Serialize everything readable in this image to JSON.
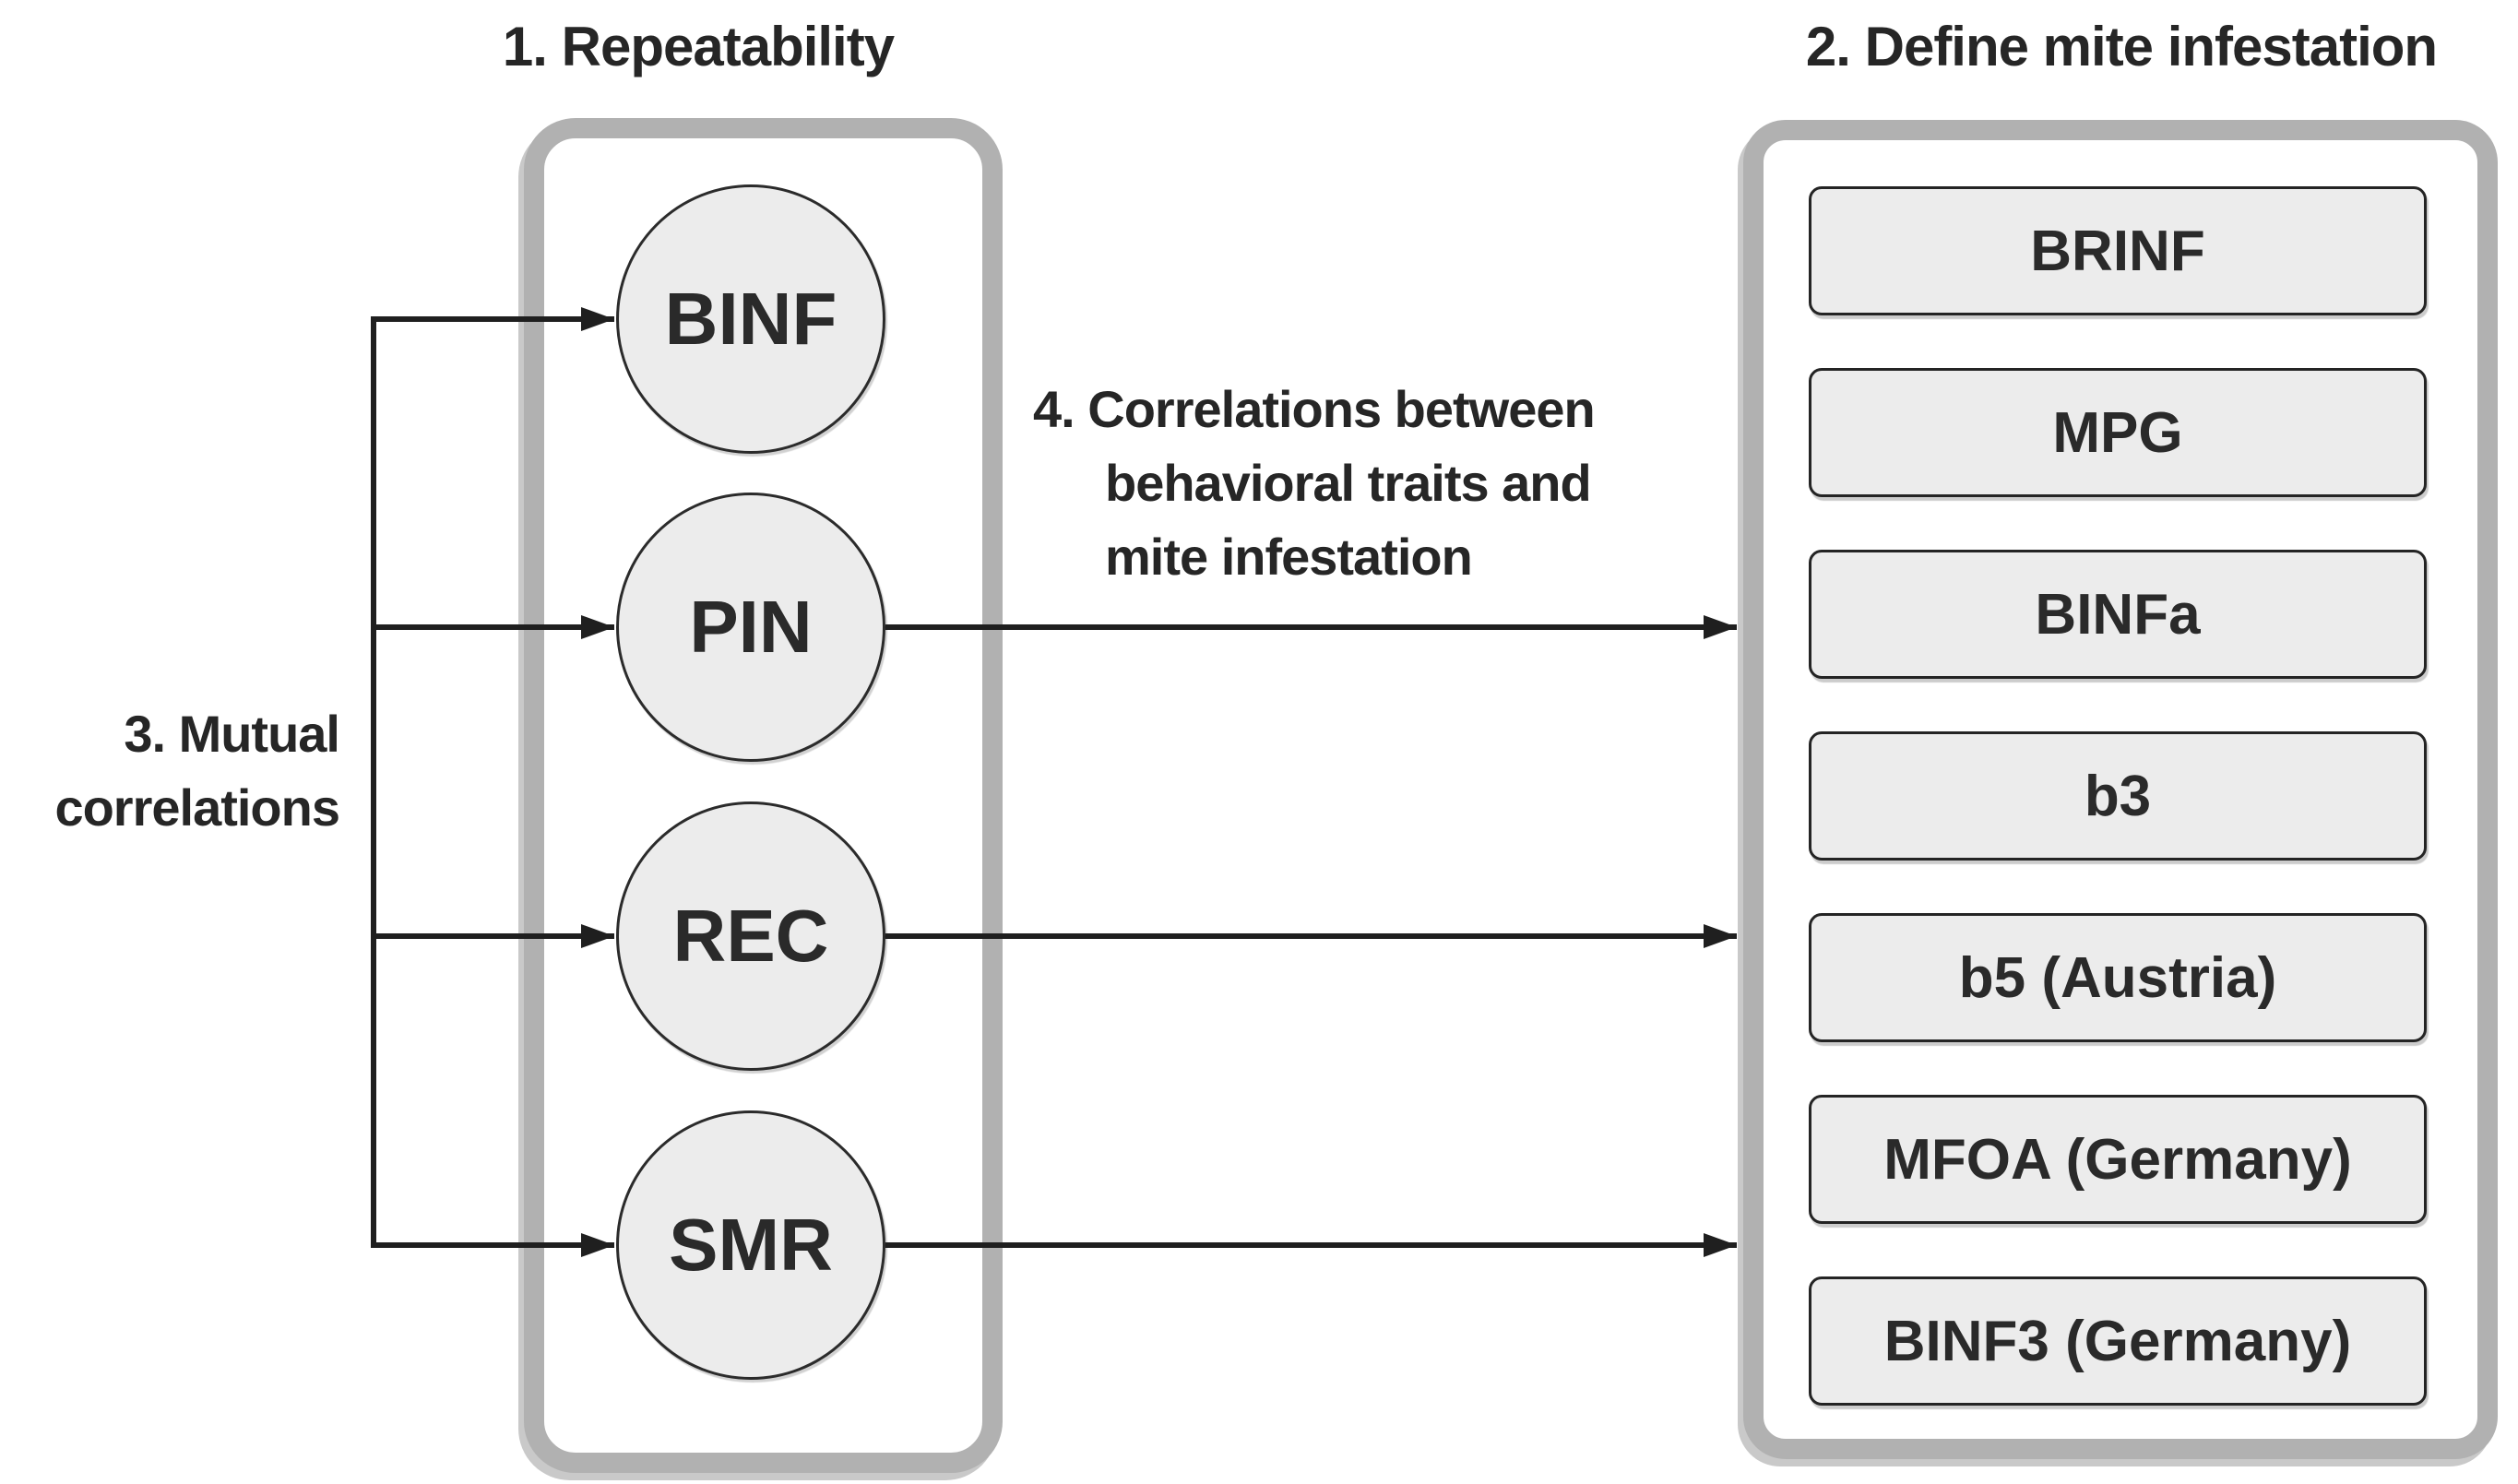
{
  "figure": {
    "background_color": "#ffffff",
    "text_color": "#2a2a2a",
    "panel_border_color": "#b1b1b1",
    "node_fill_color": "#ececec",
    "node_border_color": "#2b2b2b",
    "arrow_color": "#1f1f1f"
  },
  "steps": {
    "step1": {
      "label": "1. Repeatability"
    },
    "step2": {
      "label": "2. Define mite infestation"
    },
    "step3": {
      "lines": [
        "3. Mutual",
        "correlations"
      ]
    },
    "step4": {
      "lines": [
        "4. Correlations between",
        "behavioral traits and",
        "mite infestation"
      ]
    }
  },
  "left_panel": {
    "nodes": [
      {
        "label": "BINF"
      },
      {
        "label": "PIN"
      },
      {
        "label": "REC"
      },
      {
        "label": "SMR"
      }
    ]
  },
  "right_panel": {
    "nodes": [
      {
        "label": "BRINF"
      },
      {
        "label": "MPG"
      },
      {
        "label": "BINFa"
      },
      {
        "label": "b3"
      },
      {
        "label": "b5 (Austria)"
      },
      {
        "label": "MFOA (Germany)"
      },
      {
        "label": "BINF3 (Germany)"
      }
    ]
  }
}
